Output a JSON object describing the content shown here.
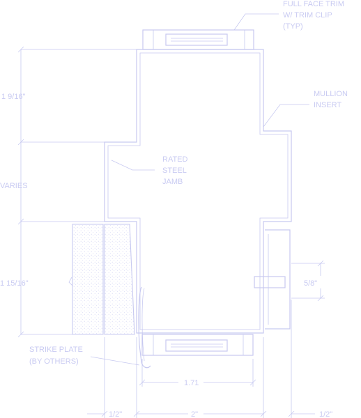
{
  "colors": {
    "line": "#c7c9f0",
    "text": "#c9cbf2",
    "background": "#ffffff"
  },
  "callouts": {
    "trim": [
      "FULL FACE TRIM",
      "W/ TRIM CLIP",
      "(TYP)"
    ],
    "mullion": [
      "MULLION",
      "INSERT"
    ],
    "jamb": [
      "RATED",
      "STEEL",
      "JAMB"
    ],
    "strike": [
      "STRIKE PLATE",
      "(BY OTHERS)"
    ]
  },
  "dimensions": {
    "left_top": "1 9/16\"",
    "left_mid": "VARIES",
    "left_bottom": "1 15/16\"",
    "right": "5/8\"",
    "bottom_inner": "1.71",
    "bottom_left": "1/2\"",
    "bottom_mid": "2\"",
    "bottom_right": "1/2\""
  }
}
